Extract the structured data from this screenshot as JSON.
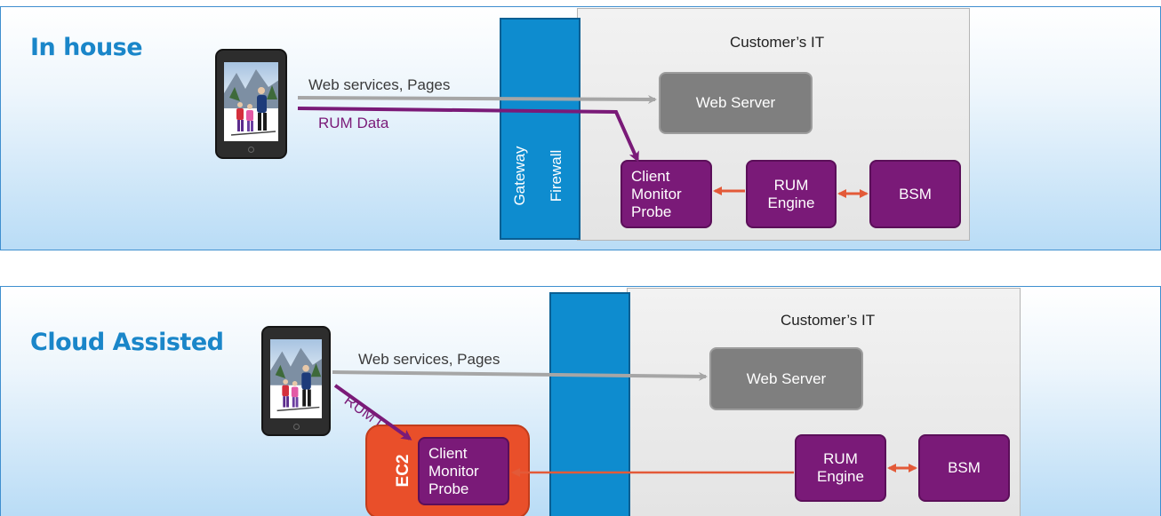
{
  "in_house": {
    "title": "In house",
    "it_label": "Customer’s IT",
    "gateway_label": "Gateway",
    "firewall_label": "Firewall",
    "web_flow_label": "Web services, Pages",
    "rum_flow_label": "RUM Data",
    "web_server": "Web Server",
    "probe": "Client\nMonitor\nProbe",
    "rum_engine": "RUM\nEngine",
    "bsm": "BSM"
  },
  "cloud_assisted": {
    "title": "Cloud Assisted",
    "it_label": "Customer’s IT",
    "web_flow_label": "Web services, Pages",
    "rum_flow_label": "RUM Data",
    "web_server": "Web Server",
    "ec2_label": "EC2",
    "probe": "Client\nMonitor\nProbe",
    "rum_engine": "RUM\nEngine",
    "bsm": "BSM"
  },
  "colors": {
    "title_blue": "#1a86c9",
    "gateway_blue": "#0e8ccf",
    "purple": "#7a1a78",
    "ec2_orange": "#e94f2a",
    "arrow_red": "#e35a38",
    "gray_node": "#7f7f7f"
  },
  "icons": [
    "tablet-photo-icon"
  ]
}
